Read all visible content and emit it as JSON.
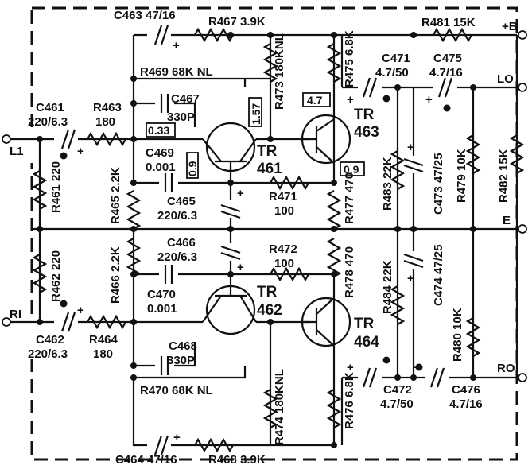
{
  "terminals": {
    "plus_b": "+B",
    "lo": "LO",
    "li": "L1",
    "e": "E",
    "ri": "RI",
    "ro": "RO"
  },
  "transistors": {
    "tr461": {
      "line1": "TR",
      "line2": "461"
    },
    "tr462": {
      "line1": "TR",
      "line2": "462"
    },
    "tr463": {
      "line1": "TR",
      "line2": "463"
    },
    "tr464": {
      "line1": "TR",
      "line2": "464"
    }
  },
  "voltages": {
    "v033": "0.33",
    "v09a": "0.9",
    "v157": "1.57",
    "v47": "4.7",
    "v09b": "0.9"
  },
  "components": {
    "c463": "C463 47/16",
    "r467": "R467  3.9K",
    "r481": "R481  15K",
    "r473": "R473 180KNL",
    "r475": "R475 6.8K",
    "c471": {
      "name": "C471",
      "value": "4.7/50"
    },
    "c475": {
      "name": "C475",
      "value": "4.7/16"
    },
    "r469": "R469  68K NL",
    "c467": {
      "name": "C467",
      "value": "330P"
    },
    "c461": {
      "name": "C461",
      "value": "220/6.3"
    },
    "r463": {
      "name": "R463",
      "value": "180"
    },
    "c469": {
      "name": "C469",
      "value": "0.001"
    },
    "r461": "R461 220",
    "r465": "R465 2.2K",
    "c465": {
      "name": "C465",
      "value": "220/6.3"
    },
    "r471": {
      "name": "R471",
      "value": "100"
    },
    "r477": "R477 470",
    "r483": "R483 22K",
    "c473": "C473 47/25",
    "r479": "R479 10K",
    "r482": "R482 15K",
    "c466": {
      "name": "C466",
      "value": "220/6.3"
    },
    "r472": {
      "name": "R472",
      "value": "100"
    },
    "r466": "R466 2.2K",
    "r462": "R462 220",
    "r478": "R478 470",
    "r484": "R484 22K",
    "c474": "C474 47/25",
    "c470": {
      "name": "C470",
      "value": "0.001"
    },
    "c462": {
      "name": "C462",
      "value": "220/6.3"
    },
    "r464": {
      "name": "R464",
      "value": "180"
    },
    "r480": "R480 10K",
    "c468": {
      "name": "C468",
      "value": "330P"
    },
    "r470": "R470  68K NL",
    "r474": "R474 180KNL",
    "r476": "R476 6.8K",
    "c472": {
      "name": "C472",
      "value": "4.7/50"
    },
    "c476": {
      "name": "C476",
      "value": "4.7/16"
    },
    "c464": "C464  47/16",
    "r468": "R468  3.9K"
  },
  "polarity_mark": "+"
}
